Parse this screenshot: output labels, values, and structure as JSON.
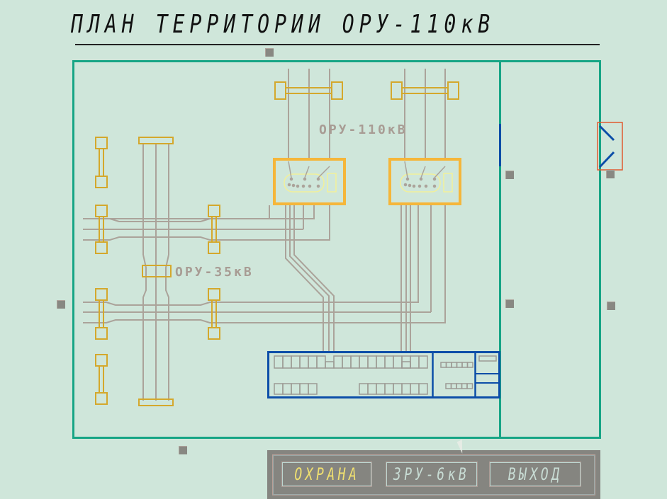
{
  "window": {
    "title": "ПЛАН ТЕРРИТОРИИ ОРУ-110кВ"
  },
  "scheme": {
    "labels": {
      "oru110": "ОРУ-110кВ",
      "oru35": "ОРУ-35кВ"
    },
    "colors": {
      "background": "#cfe6da",
      "territory_border": "#17a585",
      "busbar": "#d4a82c",
      "transformer": "#f5b63a",
      "transformer_inner": "#f2f09a",
      "wire": "#aba39a",
      "building": "#0c4ea8",
      "gate": "#e05a30",
      "marker": "#888882"
    }
  },
  "menu": {
    "buttons": [
      {
        "label": "ОХРАНА",
        "active": true
      },
      {
        "label": "ЗРУ-6кВ",
        "active": false
      },
      {
        "label": "ВЫХОД",
        "active": false
      }
    ]
  }
}
